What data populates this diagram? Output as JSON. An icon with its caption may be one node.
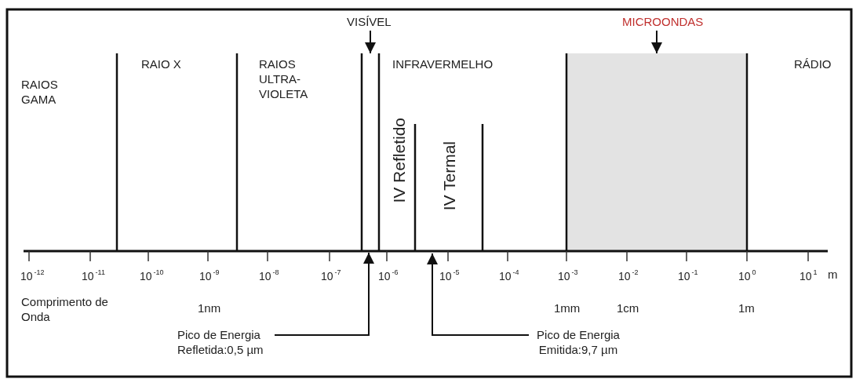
{
  "diagram": {
    "nodes": [
      {
        "text": [
          "VISÍVEL"
        ]
      },
      {
        "text": [],
        "shape": "bar"
      },
      {
        "text": [
          "MICROONDAS"
        ]
      },
      {
        "text": [],
        "shape": "box"
      },
      {
        "text": [
          "Pico de Energia Refletida:0,5 µm"
        ]
      },
      {
        "text": [
          "Pico de Energia Emitida:9,7 µm"
        ]
      }
    ],
    "edges": [
      {
        "from": 0,
        "to": 1,
        "arrow": "to"
      },
      {
        "from": 2,
        "to": 3,
        "arrow": "to"
      },
      {
        "from": 4,
        "to": 1,
        "arrow": "to"
      },
      {
        "from": 5,
        "to": null,
        "arrow": "to"
      }
    ],
    "labels": [
      "RAIOS GAMA",
      "RAIO X",
      "RAIOS ULTRA-VIOLETA",
      "INFRAVERMELHO",
      "RÁDIO",
      "IV Refletido",
      "IV Termal",
      "10$^{-12}$",
      "10$^{-11}$",
      "10$^{-10}$",
      "10$^{-9}$",
      "10$^{-8}$",
      "10$^{-7}$",
      "10$^{-6}$",
      "10$^{-5}$",
      "10$^{-4}$",
      "10$^{-3}$",
      "10$^{-2}$",
      "10$^{-1}$",
      "10$^{0}$",
      "10$^{1}$",
      "m",
      "Comprimento de Onda",
      "1nm",
      "1mm",
      "1cm",
      "1m"
    ]
  }
}
